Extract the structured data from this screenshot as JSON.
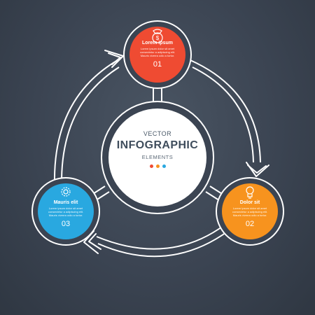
{
  "center": {
    "line1": "VECTOR",
    "line2": "INFOGRAPHIC",
    "line3": "ELEMENTS",
    "dot_colors": [
      "#ef4b32",
      "#f7931e",
      "#29a8e0"
    ]
  },
  "steps": [
    {
      "title": "Lorem ipsum",
      "number": "01",
      "color": "#ef4b32",
      "icon": "money-bag-icon",
      "body": [
        "Lorem ipsum dolor sit amet",
        "consectetur a adipiscing elit.",
        "Mauris viverra odio a tortor."
      ]
    },
    {
      "title": "Dolor sit",
      "number": "02",
      "color": "#f7931e",
      "icon": "lightbulb-icon",
      "body": [
        "Lorem ipsum dolor sit amet",
        "consectetur a adipiscing elit.",
        "Mauris viverra odio a tortor."
      ]
    },
    {
      "title": "Mauris elit",
      "number": "03",
      "color": "#29a8e0",
      "icon": "gear-icon",
      "body": [
        "Lorem ipsum dolor sit amet",
        "consectetur a adipiscing elit.",
        "Mauris viverra odio a tortor."
      ]
    }
  ]
}
